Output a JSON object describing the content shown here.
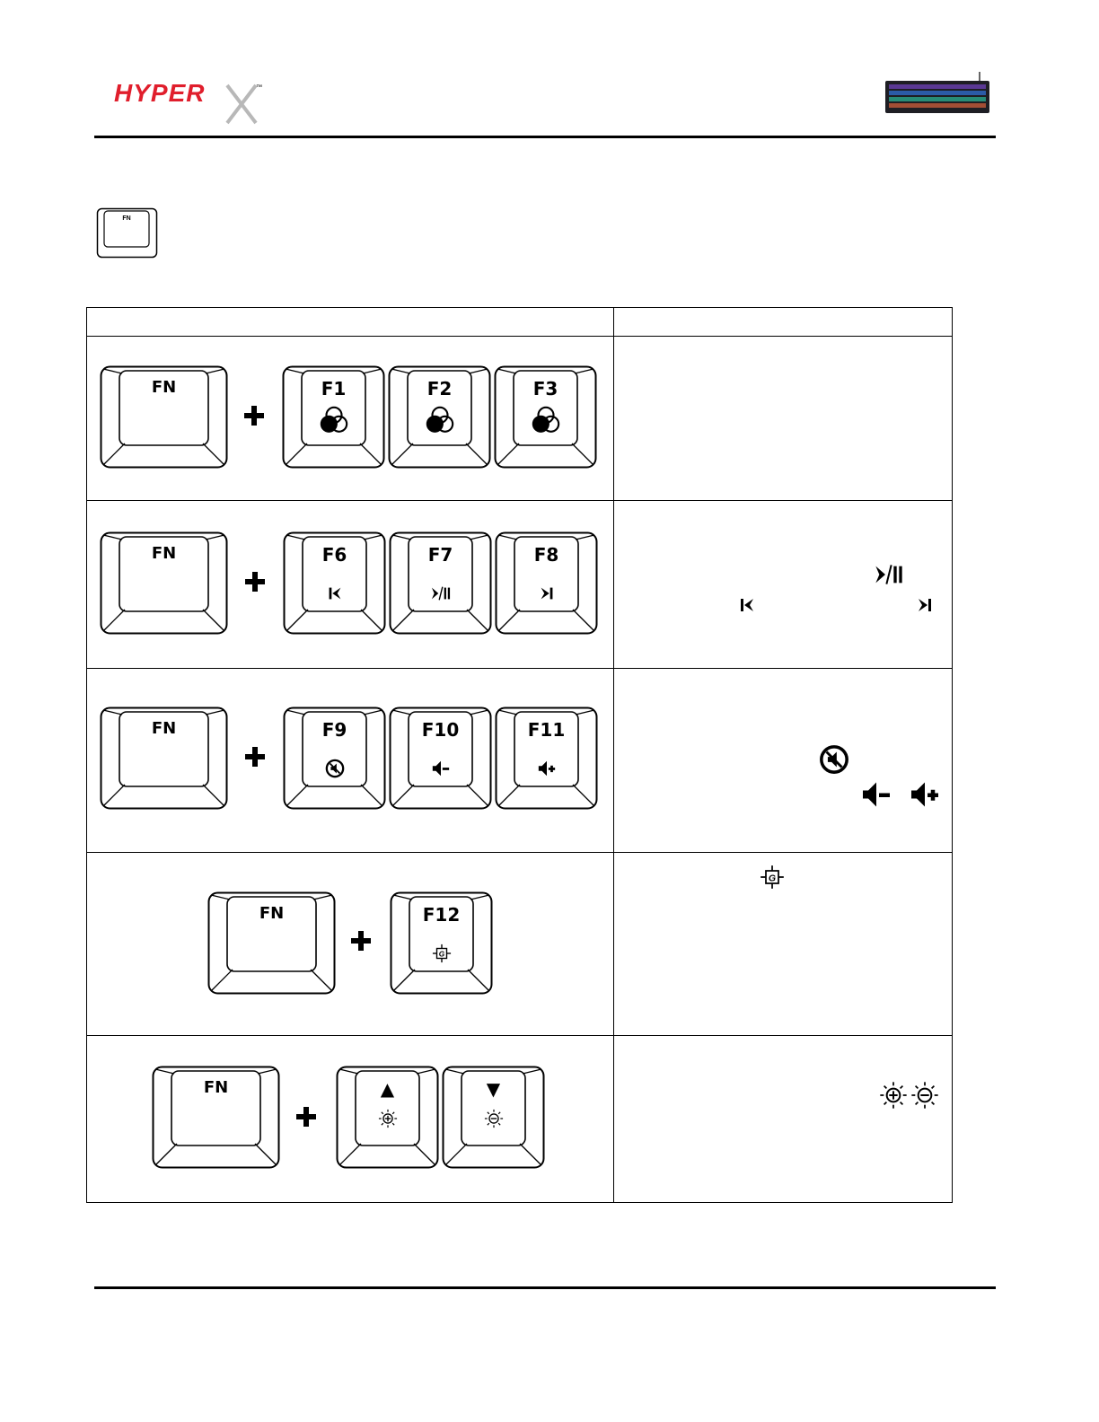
{
  "header": {
    "brand": "HYPER X",
    "trademark": "™"
  },
  "fn_key_label": "FN",
  "table": {
    "rows": [
      {
        "modifier": "FN",
        "keys": [
          {
            "label": "F1",
            "icon": "color-wheel-icon"
          },
          {
            "label": "F2",
            "icon": "color-wheel-icon"
          },
          {
            "label": "F3",
            "icon": "color-wheel-icon"
          }
        ],
        "desc_icons": []
      },
      {
        "modifier": "FN",
        "keys": [
          {
            "label": "F6",
            "icon": "previous-track-icon"
          },
          {
            "label": "F7",
            "icon": "play-pause-icon"
          },
          {
            "label": "F8",
            "icon": "next-track-icon"
          }
        ],
        "desc_icons": [
          "play-pause-icon",
          "previous-track-icon",
          "next-track-icon"
        ]
      },
      {
        "modifier": "FN",
        "keys": [
          {
            "label": "F9",
            "icon": "mute-icon"
          },
          {
            "label": "F10",
            "icon": "volume-down-icon"
          },
          {
            "label": "F11",
            "icon": "volume-up-icon"
          }
        ],
        "desc_icons": [
          "mute-icon",
          "volume-down-icon",
          "volume-up-icon"
        ]
      },
      {
        "modifier": "FN",
        "keys": [
          {
            "label": "F12",
            "icon": "game-mode-icon"
          }
        ],
        "desc_icons": [
          "game-mode-icon"
        ]
      },
      {
        "modifier": "FN",
        "keys": [
          {
            "label": "",
            "icon": "brightness-up-icon",
            "arrow": "▲"
          },
          {
            "label": "",
            "icon": "brightness-down-icon",
            "arrow": "▼"
          }
        ],
        "desc_icons": [
          "brightness-up-icon",
          "brightness-down-icon"
        ]
      }
    ]
  }
}
